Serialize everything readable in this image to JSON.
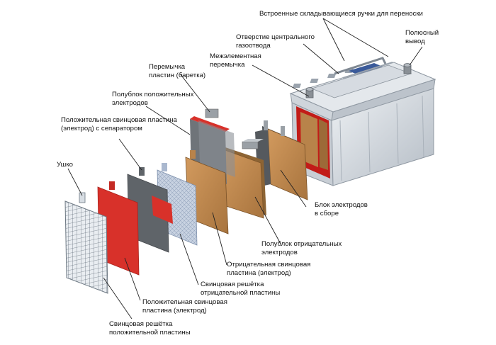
{
  "labels": {
    "handles": "Встроенные складывающиеся ручки для переноски",
    "terminal": "Полюсный\nвывод",
    "gas_vent": "Отверстие центрального\nгазоотвода",
    "intercell": "Межэлементная\nперемычка",
    "strap": "Перемычка\nпластин (баретка)",
    "pos_group": "Полублок положительных\nэлектродов",
    "pos_plate_sep": "Положительная свинцовая пластина\n(электрод) с сепаратором",
    "lug": "Ушко",
    "assembled": "Блок электродов\nв сборе",
    "neg_group": "Полублок отрицательных\nэлектродов",
    "neg_plate": "Отрицательная свинцовая\nпластина (электрод)",
    "neg_grid": "Свинцовая решётка\nотрицательной пластины",
    "pos_plate": "Положительная свинцовая\nпластина (электрод)",
    "pos_grid": "Свинцовая решётка\nположительной пластины"
  },
  "colors": {
    "case_light": "#dfe3e8",
    "case_mid": "#b9c0c8",
    "case_dark": "#8f98a2",
    "cell_wall": "#c21c18",
    "positive_plate": "#d8312a",
    "negative_plate": "#b8834a",
    "negative_plate_light": "#d29a5e",
    "lead_grey": "#6f7479",
    "grid_line": "#6d7883",
    "separator_blue": "#aab8cf",
    "leader_line": "#222222"
  }
}
